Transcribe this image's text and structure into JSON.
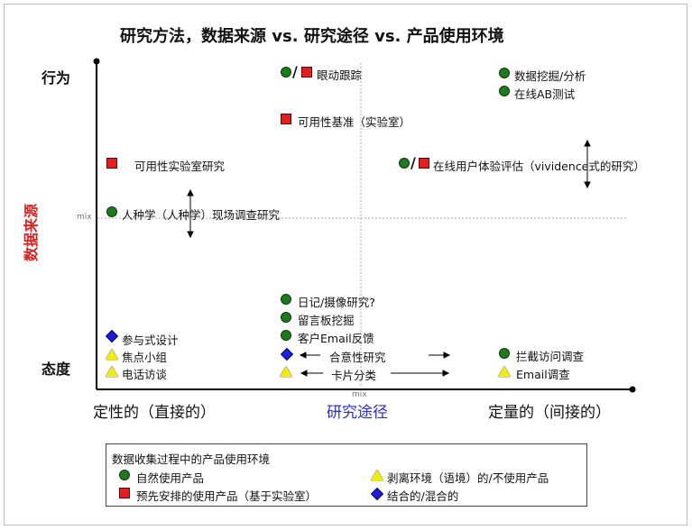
{
  "title": "研究方法，数据来源 vs. 研究途径 vs. 产品使用环境",
  "axes": {
    "y_top": "行为",
    "y_bottom": "态度",
    "y_title": "数据来源",
    "x_left": "定性的（直接的）",
    "x_center": "研究途径",
    "x_right": "定量的（间接的）",
    "mix_y": "mix",
    "mix_x": "mix"
  },
  "methods": {
    "eye_tracking": "眼动跟踪",
    "data_mining": "数据挖掘/分析",
    "ab_test": "在线AB测试",
    "benchmark": "可用性基准（实验室）",
    "lab_study": "可用性实验室研究",
    "online_ux": "在线用户体验评估（vividence式的研究）",
    "ethnography": "人种学（人种学）现场调查研究",
    "diary": "日记/摄像研究?",
    "message_board": "留言板挖掘",
    "email_feedback": "客户Email反馈",
    "participatory": "参与式设计",
    "focus_group": "焦点小组",
    "phone_interview": "电话访谈",
    "desirability": "合意性研究",
    "card_sort": "卡片分类",
    "intercept": "拦截访问调查",
    "email_survey": "Email调查"
  },
  "legend": {
    "title": "数据收集过程中的产品使用环境",
    "natural": "自然使用产品",
    "scripted": "预先安排的使用产品（基于实验室）",
    "decontextualized": "剥离环境（语境）的/不使用产品",
    "combined": "结合的/混合的"
  },
  "colors": {
    "natural": "#1f7a1f",
    "scripted": "#e02020",
    "decontextualized": "#f2ea12",
    "combined": "#1d1de0",
    "y_title": "#e02020",
    "x_center": "#2a2adf"
  }
}
